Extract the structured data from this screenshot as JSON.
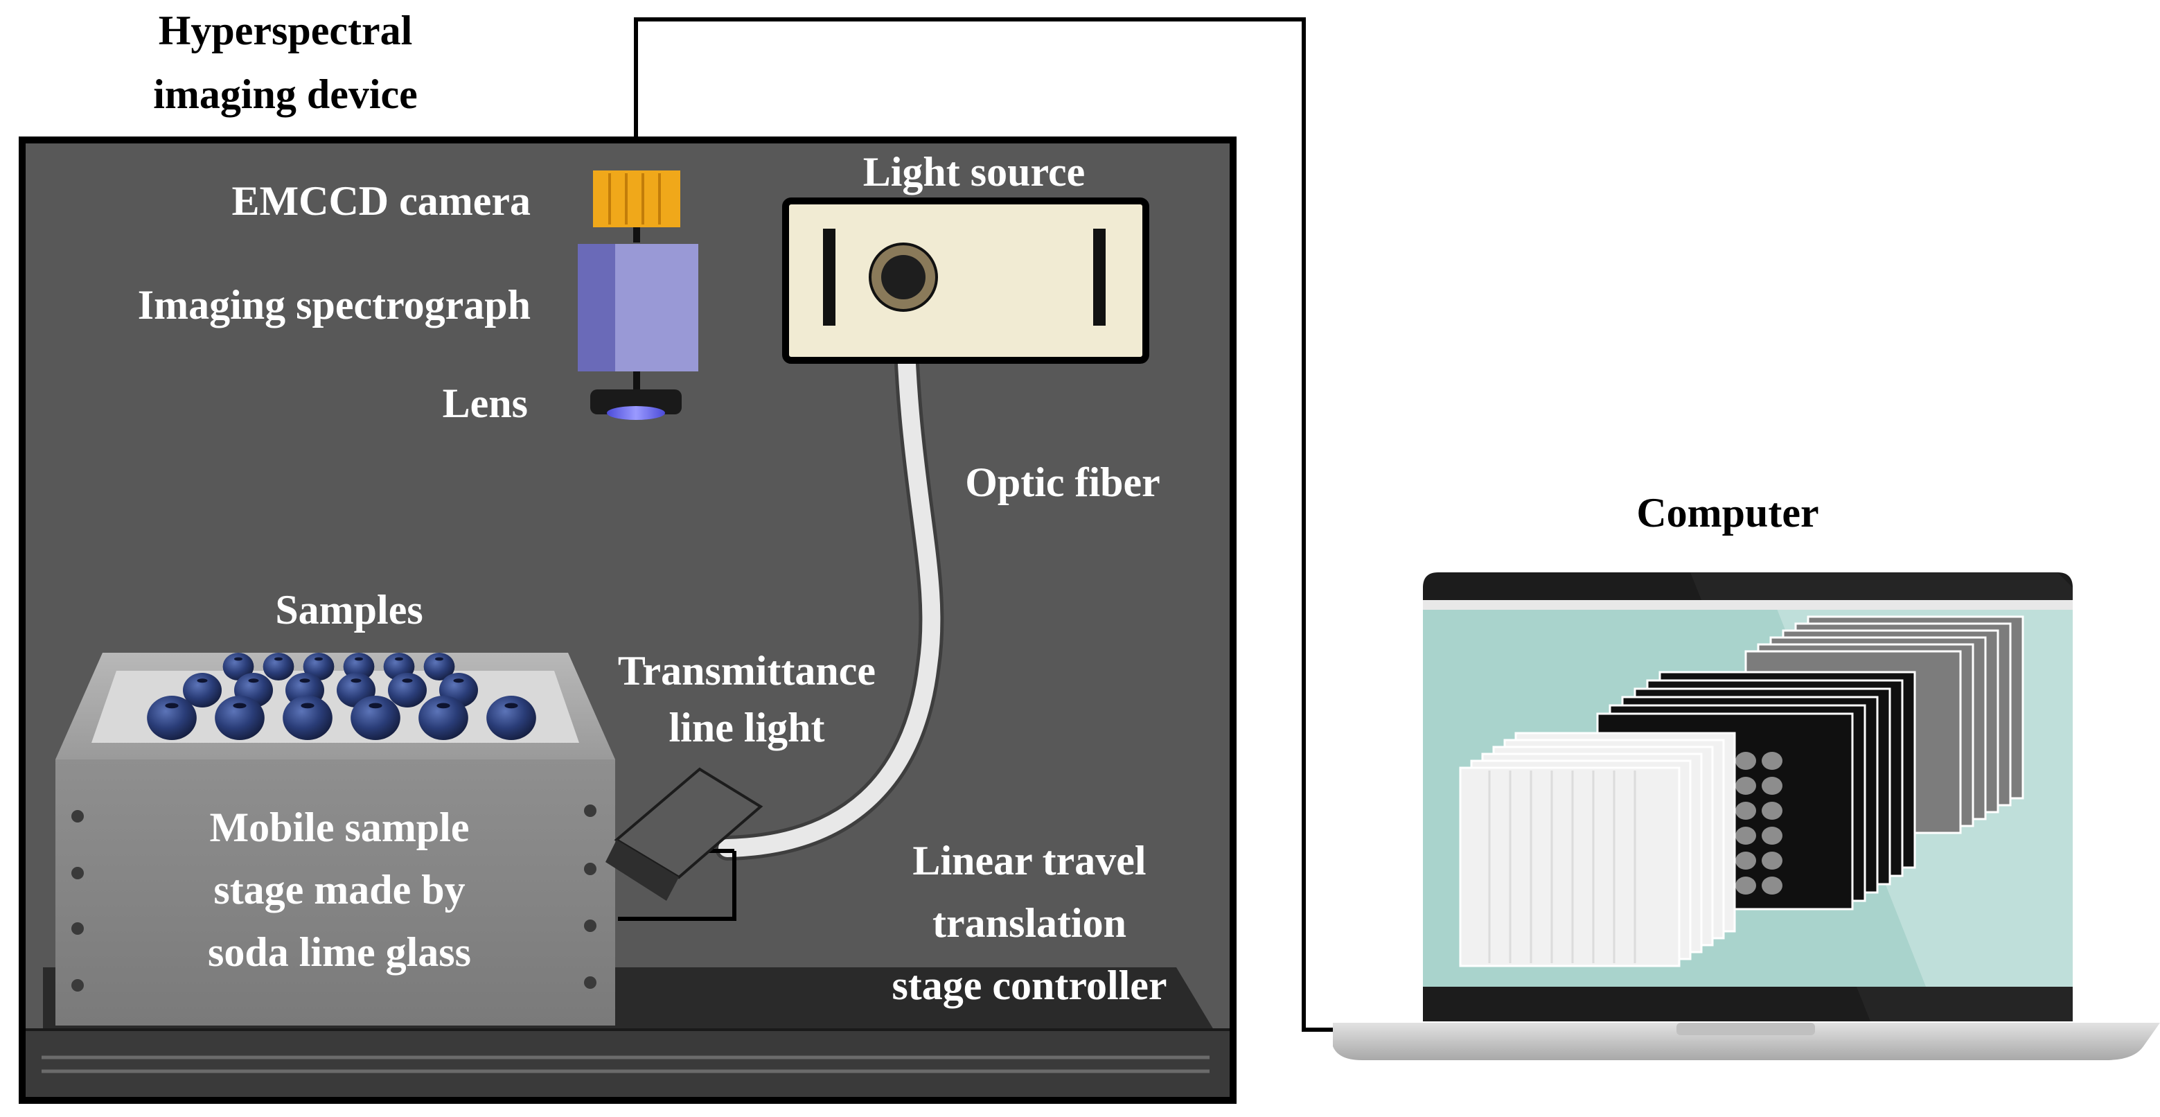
{
  "labels": {
    "device_title_line1": "Hyperspectral",
    "device_title_line2": "imaging device",
    "emccd_camera": "EMCCD camera",
    "imaging_spectrograph": "Imaging spectrograph",
    "lens": "Lens",
    "light_source": "Light source",
    "optic_fiber": "Optic fiber",
    "samples": "Samples",
    "transmittance_line1": "Transmittance",
    "transmittance_line2": "line light",
    "mobile_stage_line1": "Mobile sample",
    "mobile_stage_line2": "stage made by",
    "mobile_stage_line3": "soda lime glass",
    "linear_travel_line1": "Linear travel",
    "linear_travel_line2": "translation",
    "linear_travel_line3": "stage controller",
    "computer": "Computer"
  },
  "colors": {
    "enclosure": "#585858",
    "camera": "#f0a81a",
    "spectrograph_front": "#9999d6",
    "spectrograph_side": "#6a6ab8",
    "light_source_panel": "#f1ebd3",
    "laptop_screen": "#a9d3cc",
    "blueberry": "#2a3d78"
  },
  "samples": {
    "blueberry_count": 18
  }
}
